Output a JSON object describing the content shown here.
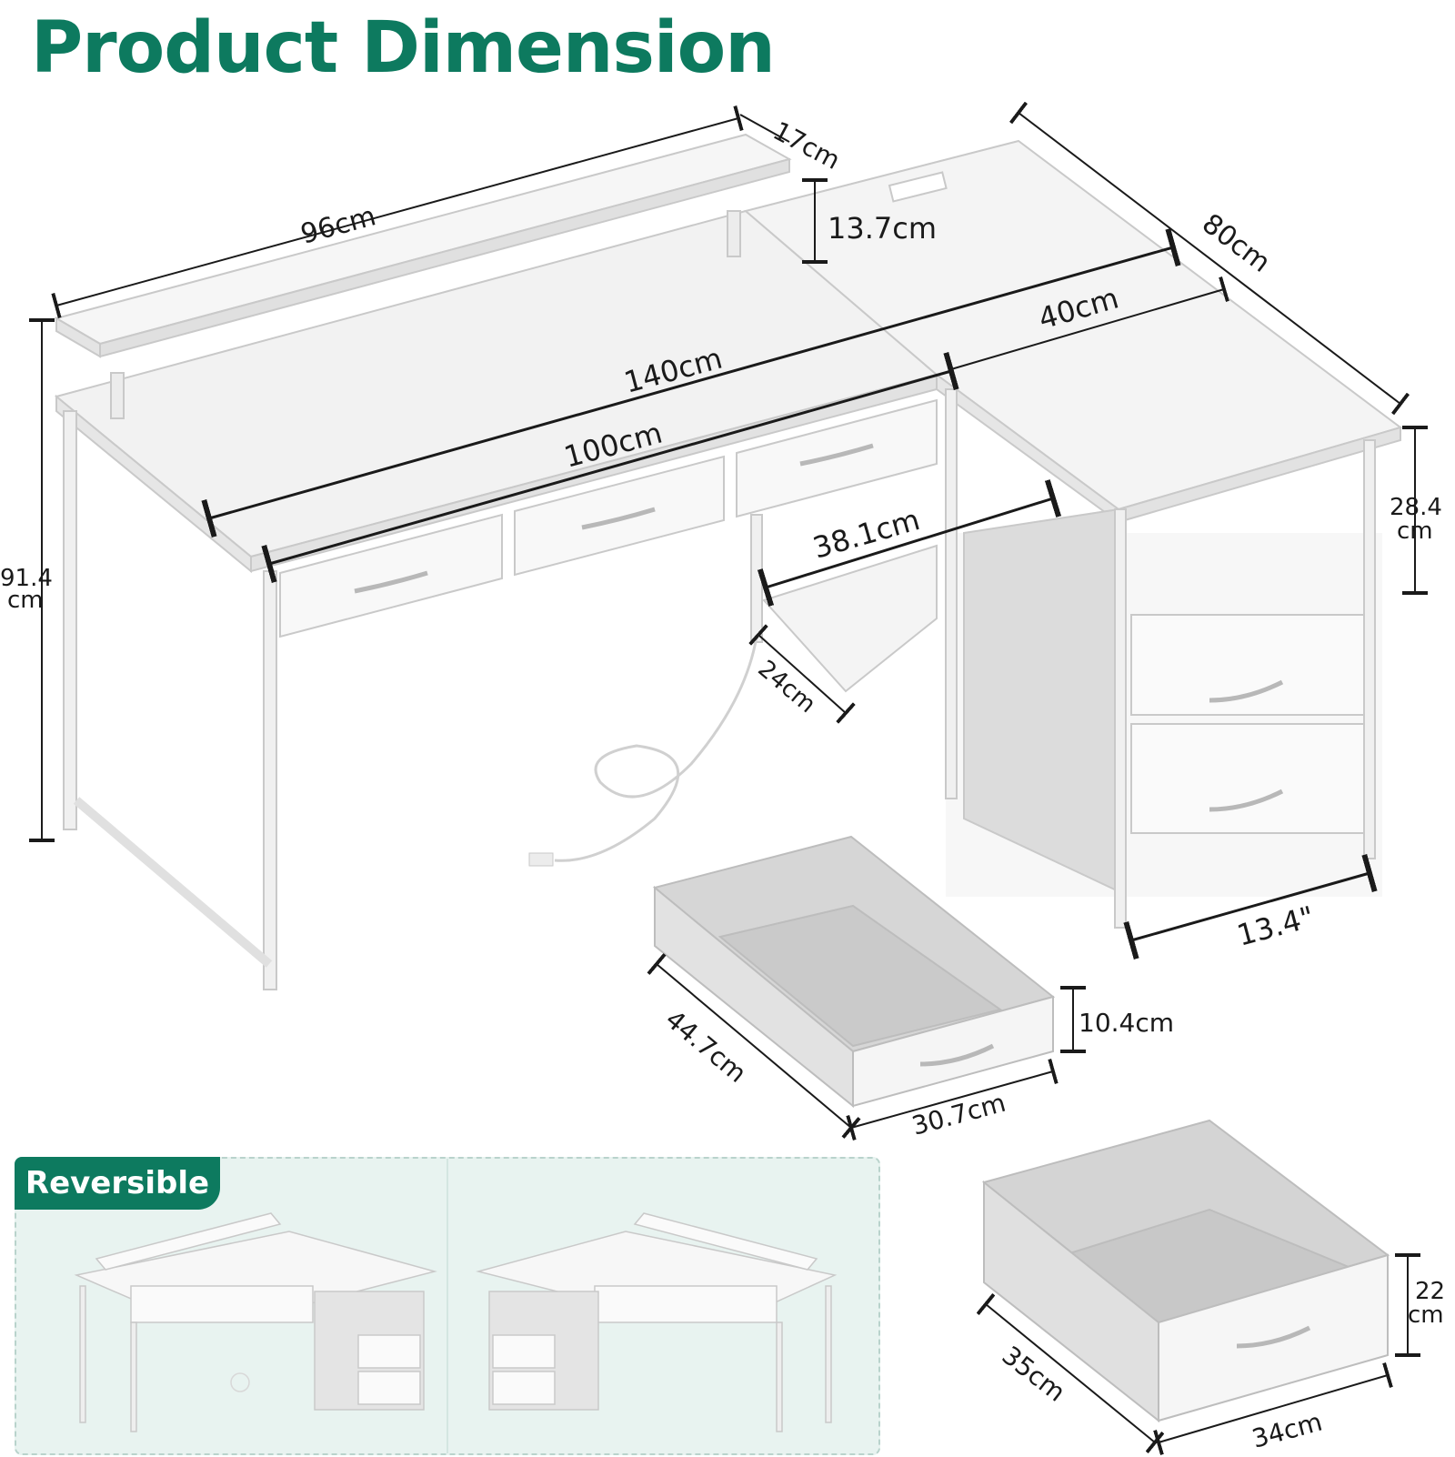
{
  "title": "Product Dimension",
  "badge": "Reversible",
  "colors": {
    "accent": "#0d7a5f",
    "panel": "#e8f3f0",
    "desk": "#f4f4f4",
    "fabric": "#dcdcdc"
  },
  "dimensions": {
    "shelf_depth": "17cm",
    "shelf_width": "96cm",
    "shelf_height": "13.7cm",
    "return_depth": "80cm",
    "return_width": "40cm",
    "total_width": "140cm",
    "desk_width": "100cm",
    "footrest_width": "38.1cm",
    "footrest_depth": "24cm",
    "desk_height_value": "91.4",
    "desk_height_unit": "cm",
    "open_shelf_value": "28.4",
    "open_shelf_unit": "cm",
    "cabinet_width": "13.4\"",
    "small_drawer_depth": "44.7cm",
    "small_drawer_width": "30.7cm",
    "small_drawer_height": "10.4cm",
    "large_drawer_depth": "35cm",
    "large_drawer_width": "34cm",
    "large_drawer_height_value": "22",
    "large_drawer_height_unit": "cm"
  }
}
